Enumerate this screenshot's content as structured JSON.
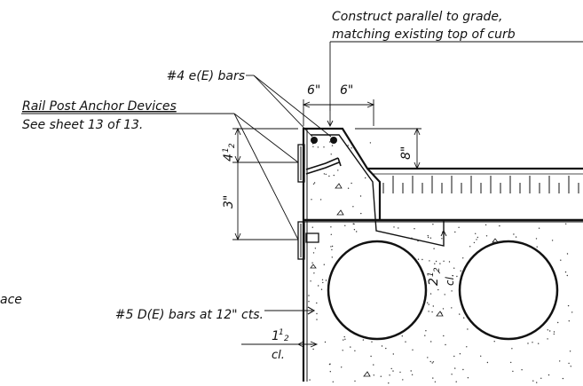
{
  "notes": {
    "construct_line1": "Construct parallel to grade,",
    "construct_line2": "matching existing top of curb",
    "e_bars": "#4 e(E) bars",
    "rail_line1": "Rail Post Anchor Devices",
    "rail_line2": "See sheet 13 of 13.",
    "d_bars": "#5 D(E) bars at 12\" cts.",
    "face_fragment": "ace"
  },
  "dimensions": {
    "width_left": "6\"",
    "width_right": "6\"",
    "height_curb": "8\"",
    "spacing_top_whole": "4",
    "spacing_top_frac_num": "1",
    "spacing_top_frac_den": "2",
    "spacing_mid": "3\"",
    "cover_deck_whole": "2",
    "cover_deck_frac_num": "1",
    "cover_deck_frac_den": "2",
    "cover_deck_clr": "cl.",
    "cover_side_whole": "1",
    "cover_side_frac_num": "1",
    "cover_side_frac_den": "2",
    "cover_side_clr": "cl."
  }
}
